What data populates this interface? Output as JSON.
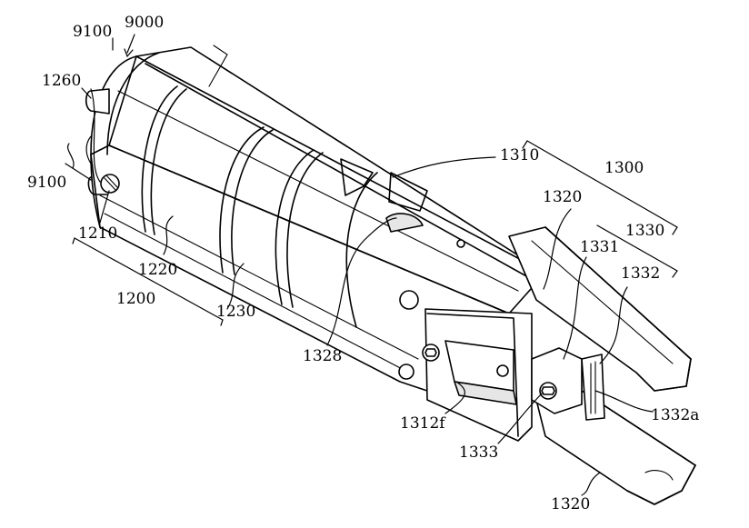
{
  "labels": {
    "l9000": "9000",
    "l9100_top": "9100",
    "l9100_left": "9100",
    "l1260": "1260",
    "l1210": "1210",
    "l1220": "1220",
    "l1230": "1230",
    "l1200": "1200",
    "l1310": "1310",
    "l1300": "1300",
    "l1320_top": "1320",
    "l1330": "1330",
    "l1331": "1331",
    "l1332": "1332",
    "l1328": "1328",
    "l1332a": "1332a",
    "l1312f": "1312f",
    "l1333": "1333",
    "l1320_bottom": "1320"
  }
}
